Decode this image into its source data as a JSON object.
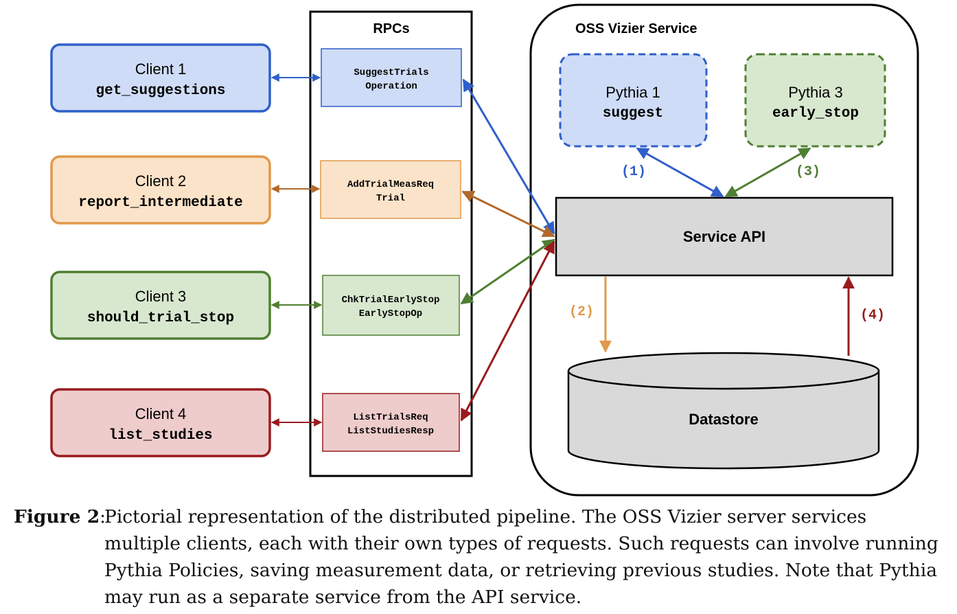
{
  "rpcs_title": "RPCs",
  "service_title": "OSS Vizier Service",
  "clients": [
    {
      "name": "Client 1",
      "method": "get_suggestions",
      "color": "#2f5fc9",
      "fill": "#cfdcf7"
    },
    {
      "name": "Client 2",
      "method": "report_intermediate",
      "color": "#e0994a",
      "fill": "#fbe3c9"
    },
    {
      "name": "Client 3",
      "method": "should_trial_stop",
      "color": "#4f7f32",
      "fill": "#d8e8cf"
    },
    {
      "name": "Client 4",
      "method": "list_studies",
      "color": "#981b1e",
      "fill": "#efcccc"
    }
  ],
  "rpcs": [
    {
      "line1": "SuggestTrials",
      "line2": "Operation",
      "color": "#2f5fc9",
      "fill": "#cfdcf7"
    },
    {
      "line1": "AddTrialMeasReq",
      "line2": "Trial",
      "color": "#e0994a",
      "fill": "#fbe3c9"
    },
    {
      "line1": "ChkTrialEarlyStop",
      "line2": "EarlyStopOp",
      "color": "#4f7f32",
      "fill": "#d8e8cf"
    },
    {
      "line1": "ListTrialsReq",
      "line2": "ListStudiesResp",
      "color": "#981b1e",
      "fill": "#efcccc"
    }
  ],
  "pythia": [
    {
      "name": "Pythia 1",
      "method": "suggest",
      "color": "#2f5fc9",
      "fill": "#cfdcf7"
    },
    {
      "name": "Pythia 3",
      "method": "early_stop",
      "color": "#4f7f32",
      "fill": "#d8e8cf"
    }
  ],
  "service_api": "Service API",
  "datastore": "Datastore",
  "steps": [
    {
      "label": "(1)",
      "color": "#2f5fc9"
    },
    {
      "label": "(2)",
      "color": "#e0994a"
    },
    {
      "label": "(3)",
      "color": "#4f7f32"
    },
    {
      "label": "(4)",
      "color": "#981b1e"
    }
  ],
  "arrow_colors": {
    "blue": "#2f5fc9",
    "orange": "#b2682a",
    "green": "#4f7f32",
    "red": "#981b1e"
  },
  "caption": {
    "label": "Figure 2",
    "text": "Pictorial representation of the distributed pipeline. The OSS Vizier server services multiple clients, each with their own types of requests. Such requests can involve running Pythia Policies, saving measurement data, or retrieving previous studies. Note that Pythia may run as a separate service from the API service."
  }
}
